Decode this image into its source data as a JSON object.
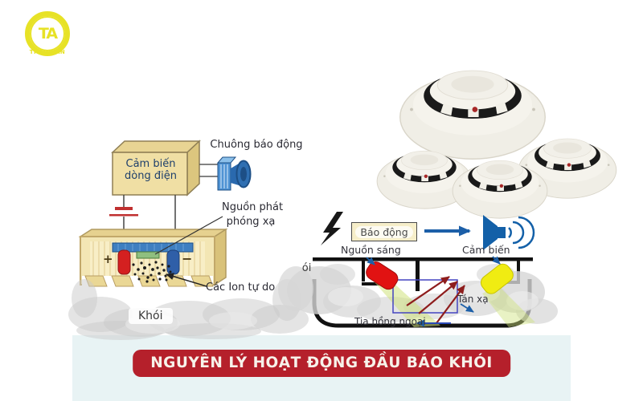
{
  "banner": {
    "title": "NGUYÊN LÝ HOẠT ĐỘNG ĐẦU BÁO KHÓI"
  },
  "logo": {
    "monogram": "TA",
    "brand": "THAIDUAN"
  },
  "ionization_diagram": {
    "sensor_box": {
      "line1": "Cảm biến",
      "line2": "dòng điện"
    },
    "alarm_bell_label": "Chuông báo động",
    "radiation_label": {
      "line1": "Nguồn phát",
      "line2": "phóng xạ"
    },
    "ions_label": "Các Ion tự do",
    "smoke_label": "Khói",
    "electrode_plus": "+",
    "electrode_minus": "−"
  },
  "photoelectric_diagram": {
    "alarm_box_label": "Báo động",
    "light_source_label": "Nguồn sáng",
    "sensor_label": "Cảm biến",
    "scatter_label": "Tán xạ",
    "infrared_label": "Tia hồng ngoại",
    "smoke_label": "Khói"
  },
  "colors": {
    "banner_red": "#b5202b",
    "footer_band": "#e8f3f4",
    "tan_fill": "#f0dfa4",
    "blue_accent": "#1c5fa8",
    "scatter_arrow_red": "#8e1d1d",
    "logo_yellow": "#e7e226",
    "light_source_red": "#e11212",
    "sensor_yellow": "#f0ec12"
  }
}
